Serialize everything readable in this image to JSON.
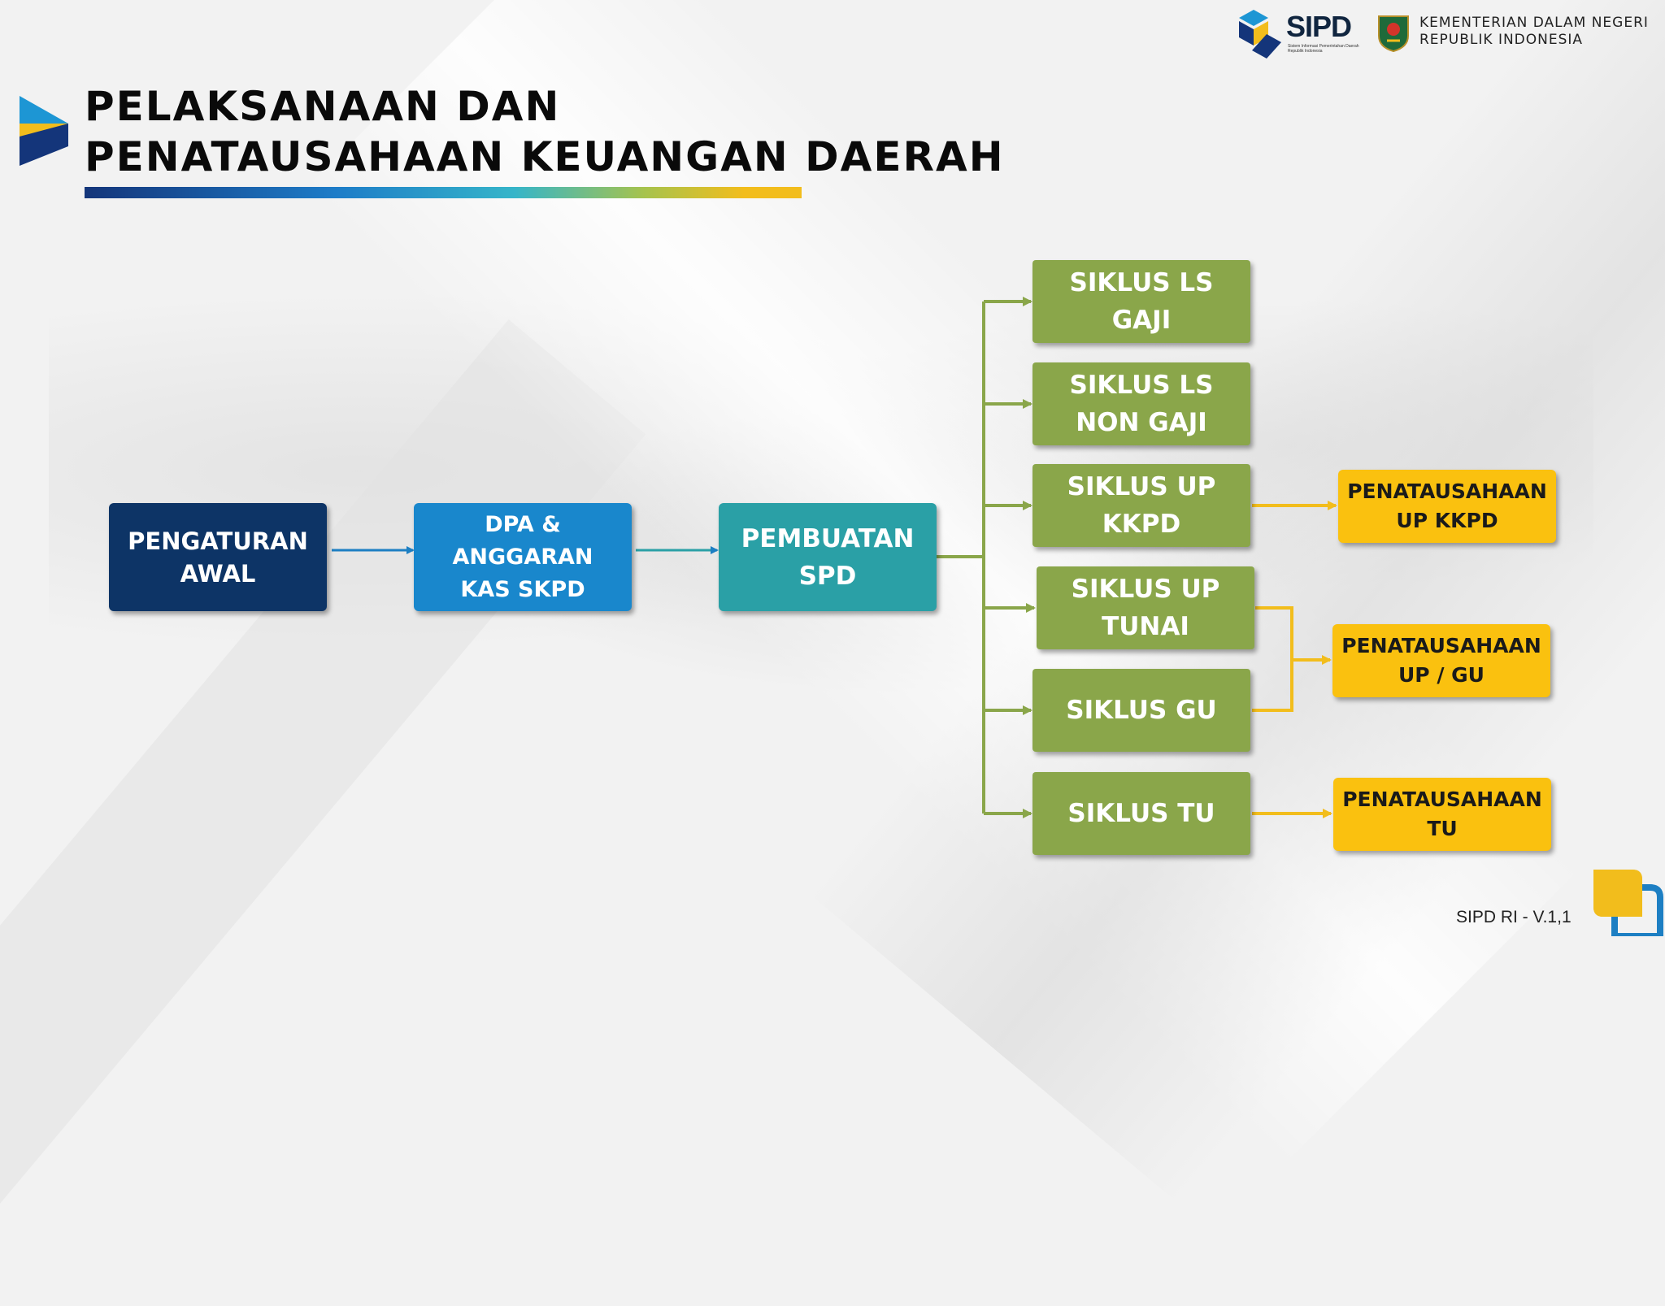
{
  "header": {
    "title_line1": "PELAKSANAAN DAN",
    "title_line2": "PENATAUSAHAAN KEUANGAN DAERAH",
    "logo_text": "SIPD",
    "logo_subtext": "Sistem Informasi Pemerintahan Daerah Republik Indonesia",
    "ministry_line1": "KEMENTERIAN DALAM NEGERI",
    "ministry_line2": "REPUBLIK INDONESIA"
  },
  "flow": {
    "pengaturan_awal": "PENGATURAN\nAWAL",
    "dpa_anggaran": "DPA &\nANGGARAN\nKAS SKPD",
    "pembuatan_spd": "PEMBUATAN\nSPD"
  },
  "siklus": {
    "ls_gaji": "SIKLUS LS\nGAJI",
    "ls_non_gaji": "SIKLUS LS\nNON GAJI",
    "up_kkpd": "SIKLUS UP\nKKPD",
    "up_tunai": "SIKLUS UP\nTUNAI",
    "gu": "SIKLUS GU",
    "tu": "SIKLUS TU"
  },
  "penatausahaan": {
    "up_kkpd": "PENATAUSAHAAN\nUP KKPD",
    "up_gu": "PENATAUSAHAAN\nUP / GU",
    "tu": "PENATAUSAHAAN\nTU"
  },
  "footer": {
    "version": "SIPD RI - V.1,1"
  },
  "colors": {
    "navy": "#0d3466",
    "blue": "#1987cc",
    "teal": "#2aa0a6",
    "green": "#8aa64a",
    "yellow": "#fac10f"
  }
}
